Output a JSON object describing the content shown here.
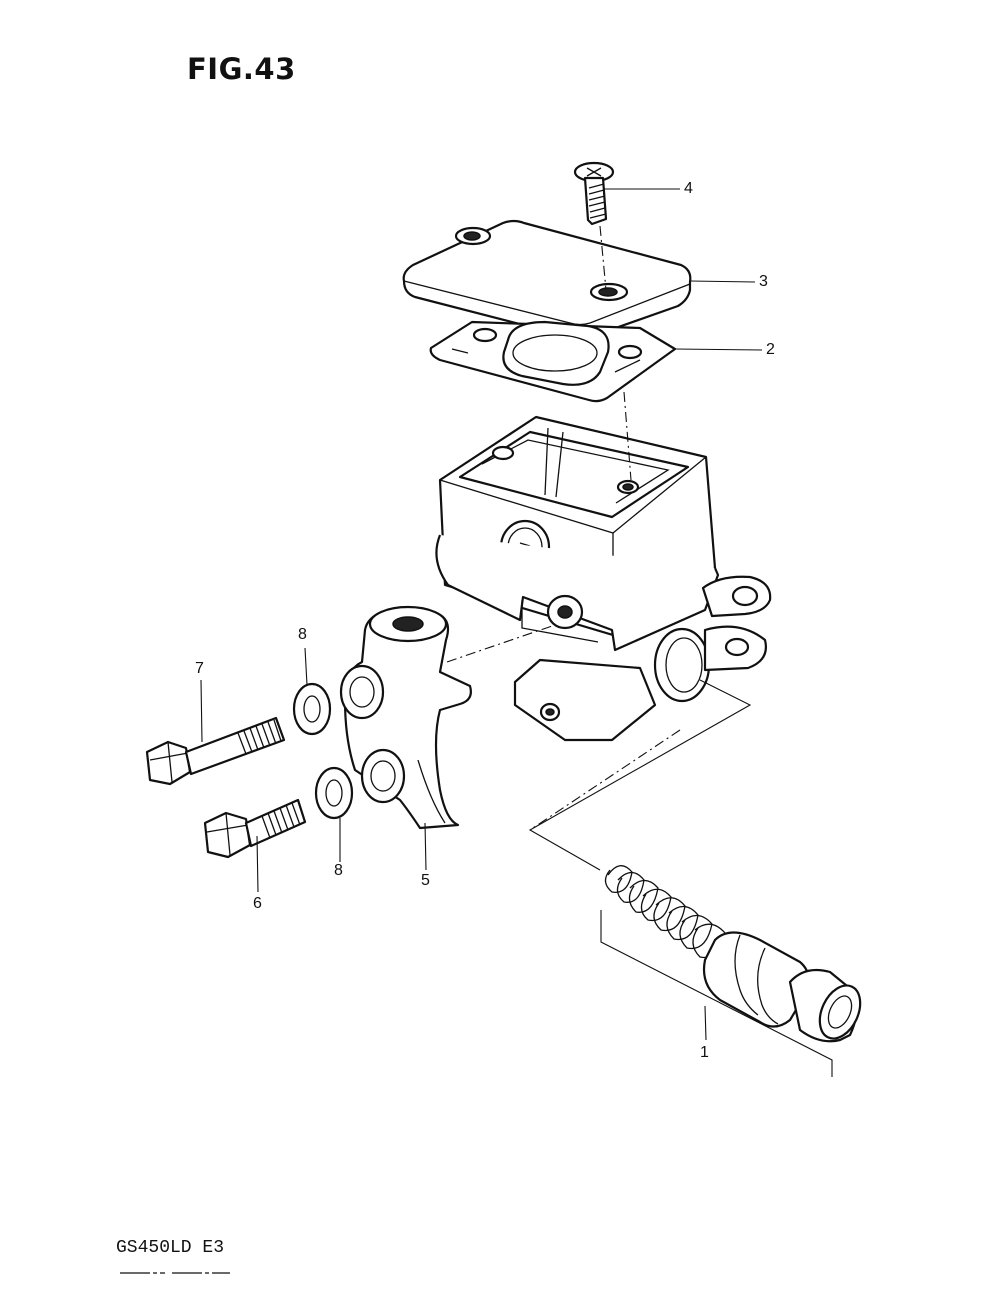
{
  "figure": {
    "title": "FIG.43",
    "model_code": "GS450LD E3"
  },
  "callouts": {
    "c1": "1",
    "c2": "2",
    "c3": "3",
    "c4": "4",
    "c5": "5",
    "c6": "6",
    "c7": "7",
    "c8a": "8",
    "c8b": "8"
  }
}
